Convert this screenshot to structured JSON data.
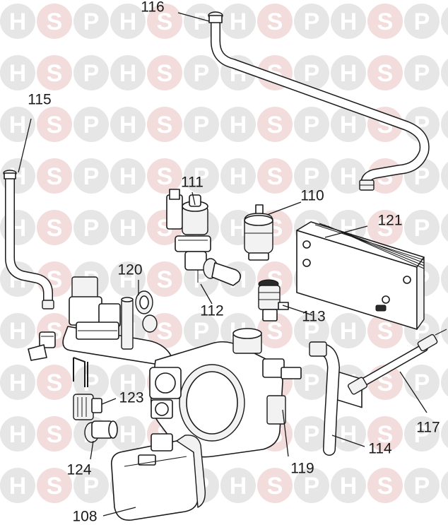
{
  "watermark": {
    "letters": [
      "H",
      "S",
      "P"
    ]
  },
  "callouts": {
    "c108": "108",
    "c110": "110",
    "c111": "111",
    "c112": "112",
    "c113": "113",
    "c114": "114",
    "c115": "115",
    "c116": "116",
    "c117": "117",
    "c119": "119",
    "c120": "120",
    "c121": "121",
    "c123": "123",
    "c124": "124"
  },
  "colors": {
    "line": "#1a1a1a",
    "watermark_grey": "#e6e6e6",
    "watermark_red": "#f3dcdc",
    "background": "#ffffff"
  }
}
